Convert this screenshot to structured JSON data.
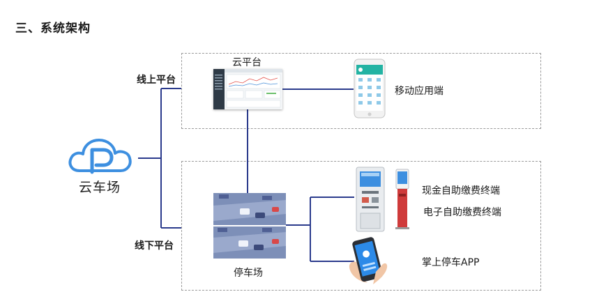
{
  "header": {
    "title": "三、系统架构"
  },
  "brand": {
    "name": "云车场",
    "logo_color": "#3d8fe0"
  },
  "online": {
    "label": "线上平台",
    "cloud_label": "云平台",
    "mobile_label": "移动应用端"
  },
  "offline": {
    "label": "线下平台",
    "parking_label": "停车场",
    "cash_terminal_label": "现金自助缴费终端",
    "e_terminal_label": "电子自助缴费终端",
    "app_label": "掌上停车APP"
  },
  "colors": {
    "line": "#2a3a8c",
    "box_border": "#9a9a9a"
  }
}
